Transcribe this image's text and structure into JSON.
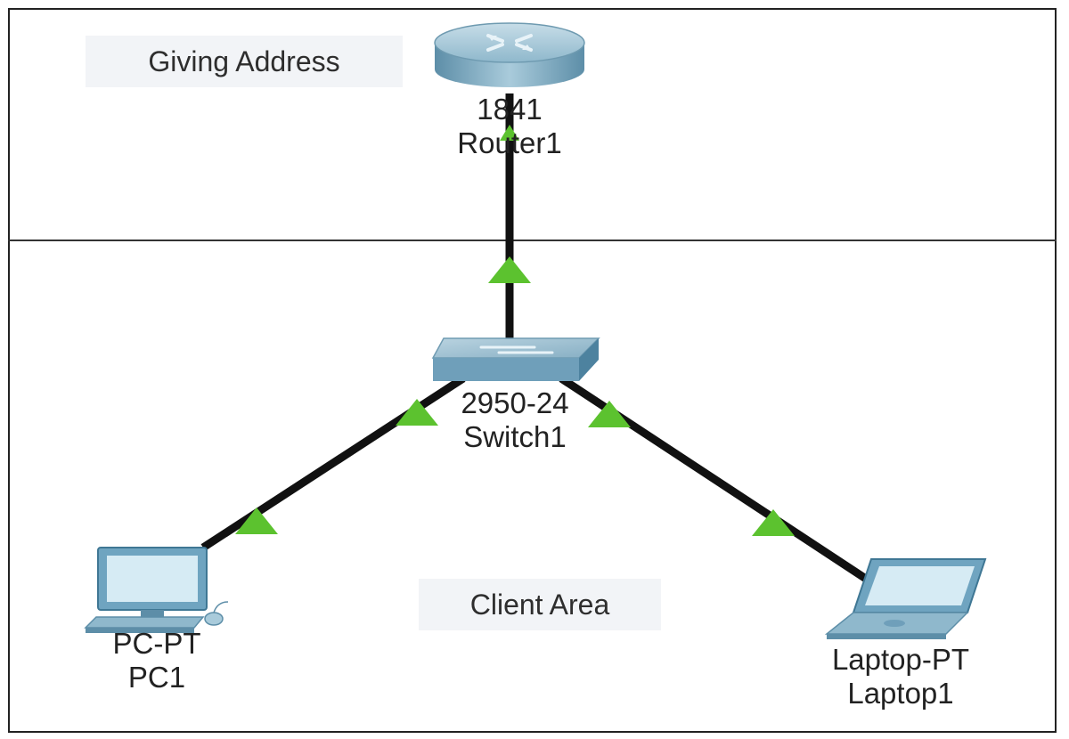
{
  "areas": {
    "top_note": "Giving Address",
    "bottom_note": "Client Area"
  },
  "devices": {
    "router": {
      "model": "1841",
      "name": "Router1",
      "icon": "router-icon"
    },
    "switch": {
      "model": "2950-24",
      "name": "Switch1",
      "icon": "switch-icon"
    },
    "pc": {
      "model": "PC-PT",
      "name": "PC1",
      "icon": "desktop-pc-icon"
    },
    "laptop": {
      "model": "Laptop-PT",
      "name": "Laptop1",
      "icon": "laptop-icon"
    }
  },
  "links": [
    {
      "from": "Switch1",
      "to": "Router1",
      "status": "up"
    },
    {
      "from": "Switch1",
      "to": "PC1",
      "status": "up"
    },
    {
      "from": "Switch1",
      "to": "Laptop1",
      "status": "up"
    }
  ],
  "colors": {
    "link": "#111111",
    "link_up_indicator": "#5cc22f",
    "device_body": "#7fb0c9",
    "device_dark": "#3e7391",
    "note_background": "#f2f4f7"
  }
}
